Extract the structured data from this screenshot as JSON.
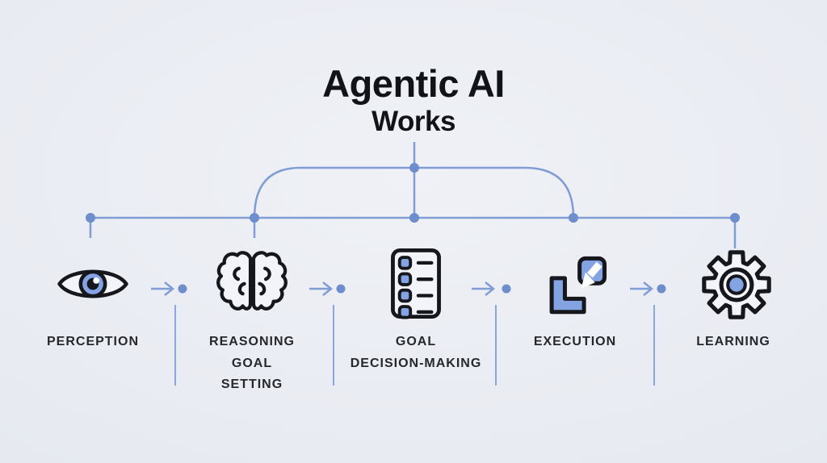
{
  "title": {
    "line1": "Agentic AI",
    "line2": "Works"
  },
  "steps": [
    {
      "icon": "eye-icon",
      "lines": [
        "PERCEPTION"
      ]
    },
    {
      "icon": "brain-icon",
      "lines": [
        "REASONING",
        "GOAL",
        "SETTING"
      ]
    },
    {
      "icon": "checklist-icon",
      "lines": [
        "GOAL",
        "DECISION-MAKING"
      ]
    },
    {
      "icon": "execution-blocks-icon",
      "lines": [
        "EXECUTION"
      ]
    },
    {
      "icon": "gear-icon",
      "lines": [
        "LEARNING"
      ]
    }
  ],
  "colors": {
    "background": "#e7eaf1",
    "line_blue": "#819dd6",
    "dot_blue": "#6d8dcb",
    "icon_blue": "#84a3e2",
    "icon_outline": "#16171c",
    "label_text": "#26282c",
    "title_text": "#121317"
  }
}
